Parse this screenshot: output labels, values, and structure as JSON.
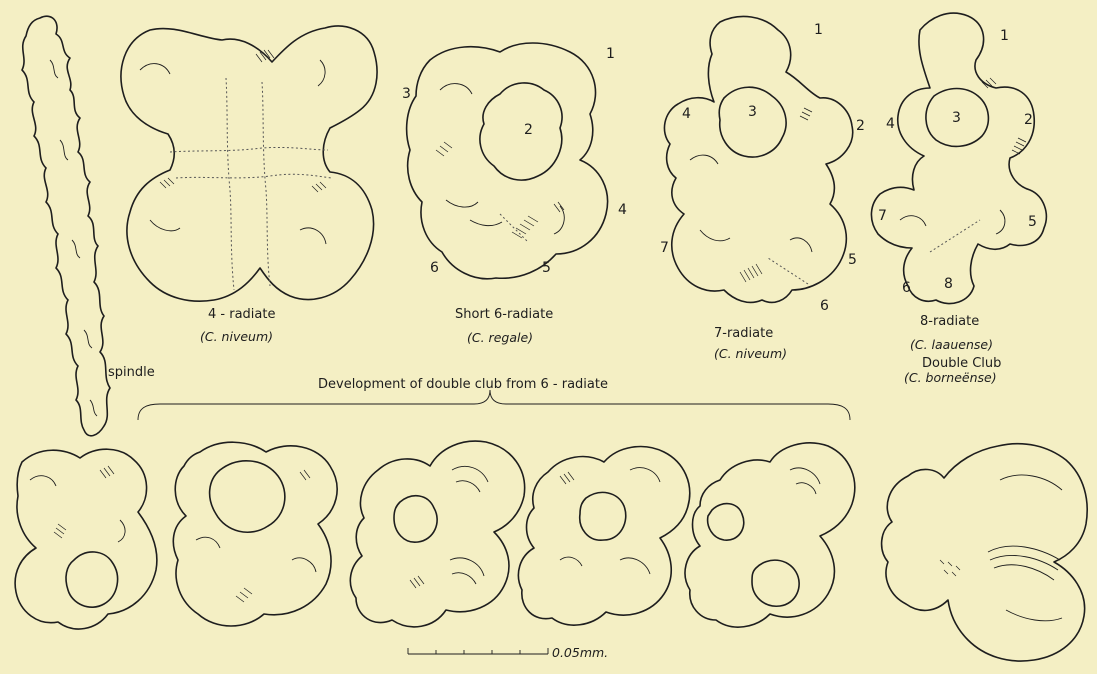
{
  "labels": {
    "spindle": "spindle",
    "four_radiate": "4 - radiate",
    "four_radiate_species": "(C. niveum)",
    "short_six_radiate": "Short 6-radiate",
    "short_six_radiate_species": "(C. regale)",
    "seven_radiate": "7-radiate",
    "seven_radiate_species": "(C. niveum)",
    "eight_radiate": "8-radiate",
    "eight_radiate_species": "(C. laauense)",
    "double_club": "Double Club",
    "double_club_species": "(C. borneënse)",
    "development": "Development of double club from 6 - radiate",
    "scale": "0.05mm."
  },
  "ray_numbers": {
    "six_radiate": [
      "1",
      "2",
      "3",
      "4",
      "5",
      "6"
    ],
    "seven_radiate": [
      "1",
      "2",
      "3",
      "4",
      "5",
      "6",
      "7"
    ],
    "eight_radiate": [
      "1",
      "2",
      "3",
      "4",
      "5",
      "6",
      "7",
      "8"
    ]
  },
  "colors": {
    "background": "#f4efc4",
    "ink": "#1e1e1e"
  }
}
